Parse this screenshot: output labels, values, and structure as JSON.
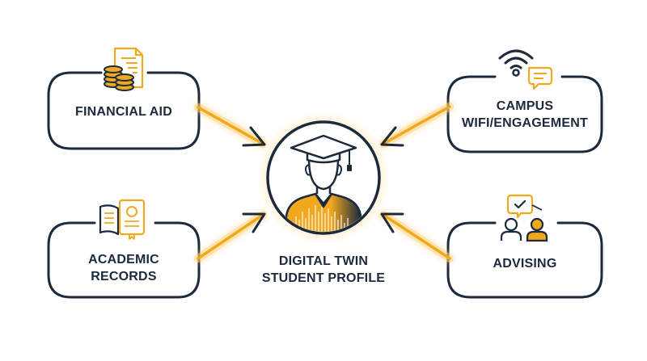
{
  "diagram": {
    "center": {
      "line1": "DIGITAL TWIN",
      "line2": "STUDENT PROFILE",
      "icon": "graduate-avatar-icon"
    },
    "nodes": [
      {
        "id": "financial-aid",
        "label": "FINANCIAL AID",
        "icon": "coins-document-icon"
      },
      {
        "id": "campus-wifi",
        "line1": "CAMPUS",
        "line2": "WIFI/ENGAGEMENT",
        "icon": "wifi-chat-icon"
      },
      {
        "id": "academic-records",
        "line1": "ACADEMIC",
        "line2": "RECORDS",
        "icon": "book-certificate-icon"
      },
      {
        "id": "advising",
        "label": "ADVISING",
        "icon": "advisor-conversation-icon"
      }
    ],
    "colors": {
      "navy": "#1b2a3d",
      "accent": "#f0a81e",
      "glow": "#ffd27a"
    }
  }
}
